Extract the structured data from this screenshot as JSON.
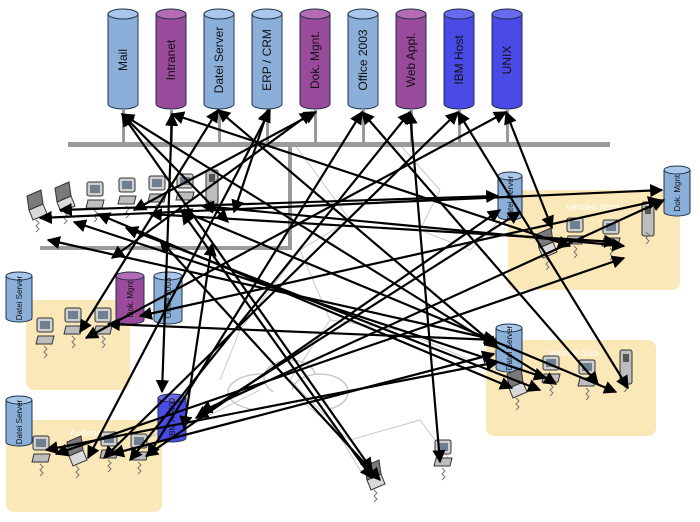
{
  "colors": {
    "blue": "#8ab0da",
    "purple": "#9a4a9a",
    "indigo": "#4a4ae6",
    "zone": "#fbe8b8",
    "bus": "#9a9a9a",
    "arrow": "#000000",
    "cloud": "#ffffff",
    "cloud_stroke": "#c8c8c8"
  },
  "top_servers": [
    {
      "id": "mail",
      "label": "Mail",
      "color": "blue"
    },
    {
      "id": "intranet",
      "label": "Intranet",
      "color": "purple"
    },
    {
      "id": "datei-server",
      "label": "Datei Server",
      "color": "blue"
    },
    {
      "id": "erp-crm",
      "label": "ERP / CRM",
      "color": "blue"
    },
    {
      "id": "dok-mgnt",
      "label": "Dok. Mgnt.",
      "color": "purple"
    },
    {
      "id": "office-2003",
      "label": "Office 2003",
      "color": "blue"
    },
    {
      "id": "web-appl",
      "label": "Web Appl.",
      "color": "purple"
    },
    {
      "id": "ibm-host",
      "label": "IBM Host",
      "color": "indigo"
    },
    {
      "id": "unix",
      "label": "UNIX",
      "color": "indigo"
    }
  ],
  "local_servers": [
    {
      "id": "datei-server-east",
      "label": "Datei Server",
      "color": "blue"
    },
    {
      "id": "dok-mgnt-east",
      "label": "Dok. Mgnt.",
      "color": "blue"
    },
    {
      "id": "datei-server-left1",
      "label": "Datei Server",
      "color": "blue"
    },
    {
      "id": "dok-mgnt-left",
      "label": "Dok. Mgnt.",
      "color": "purple"
    },
    {
      "id": "office-2003-left",
      "label": "Office 2003",
      "color": "blue"
    },
    {
      "id": "datei-server-south",
      "label": "Datei Server",
      "color": "blue"
    },
    {
      "id": "datei-server-left2",
      "label": "Datei Server",
      "color": "blue"
    },
    {
      "id": "ibm-as400",
      "label": "IBM AS400",
      "color": "indigo"
    }
  ],
  "zones": [
    {
      "id": "vertrieb",
      "label": "Vertrieb Nord"
    },
    {
      "id": "vertrieb-sued",
      "label": "Vertrieb Süd"
    },
    {
      "id": "aussendienst",
      "label": "Außendienst"
    }
  ]
}
